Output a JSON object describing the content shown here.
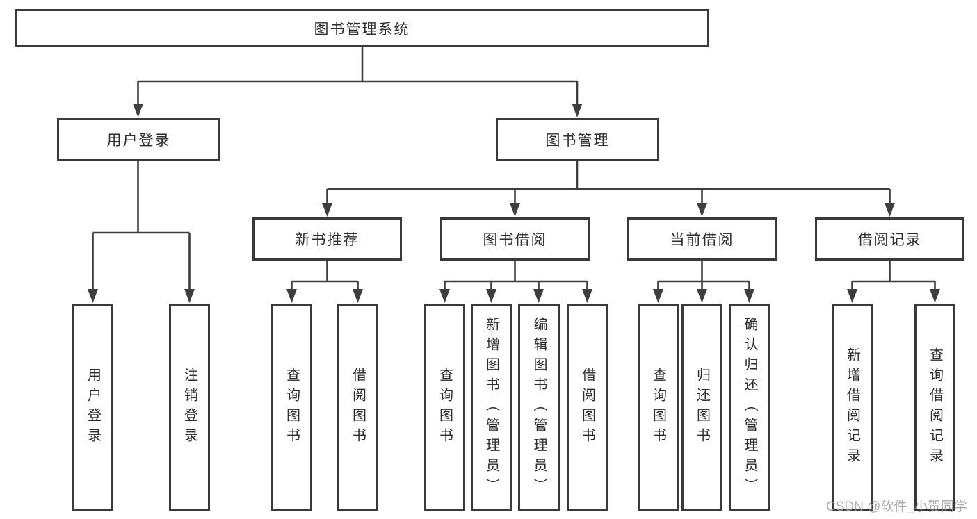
{
  "diagram": {
    "title": "图书管理系统",
    "level2": [
      {
        "label": "用户登录"
      },
      {
        "label": "图书管理"
      }
    ],
    "level3": [
      {
        "label": "新书推荐"
      },
      {
        "label": "图书借阅"
      },
      {
        "label": "当前借阅"
      },
      {
        "label": "借阅记录"
      }
    ],
    "leaves": {
      "user_login": [
        "用户登录",
        "注销登录"
      ],
      "new_book": [
        "查询图书",
        "借阅图书"
      ],
      "book_borrow": [
        "查询图书",
        "新增图书（管理员）",
        "编辑图书（管理员）",
        "借阅图书"
      ],
      "current_borrow": [
        "查询图书",
        "归还图书",
        "确认归还（管理员）"
      ],
      "borrow_record": [
        "新增借阅记录",
        "查询借阅记录"
      ]
    },
    "watermark": "CSDN @软件_小贺同学",
    "colors": {
      "line": "#3e3e3e",
      "box_border": "#3a3a3a",
      "text": "#2d2d2d",
      "watermark": "#9e9e9e"
    }
  }
}
